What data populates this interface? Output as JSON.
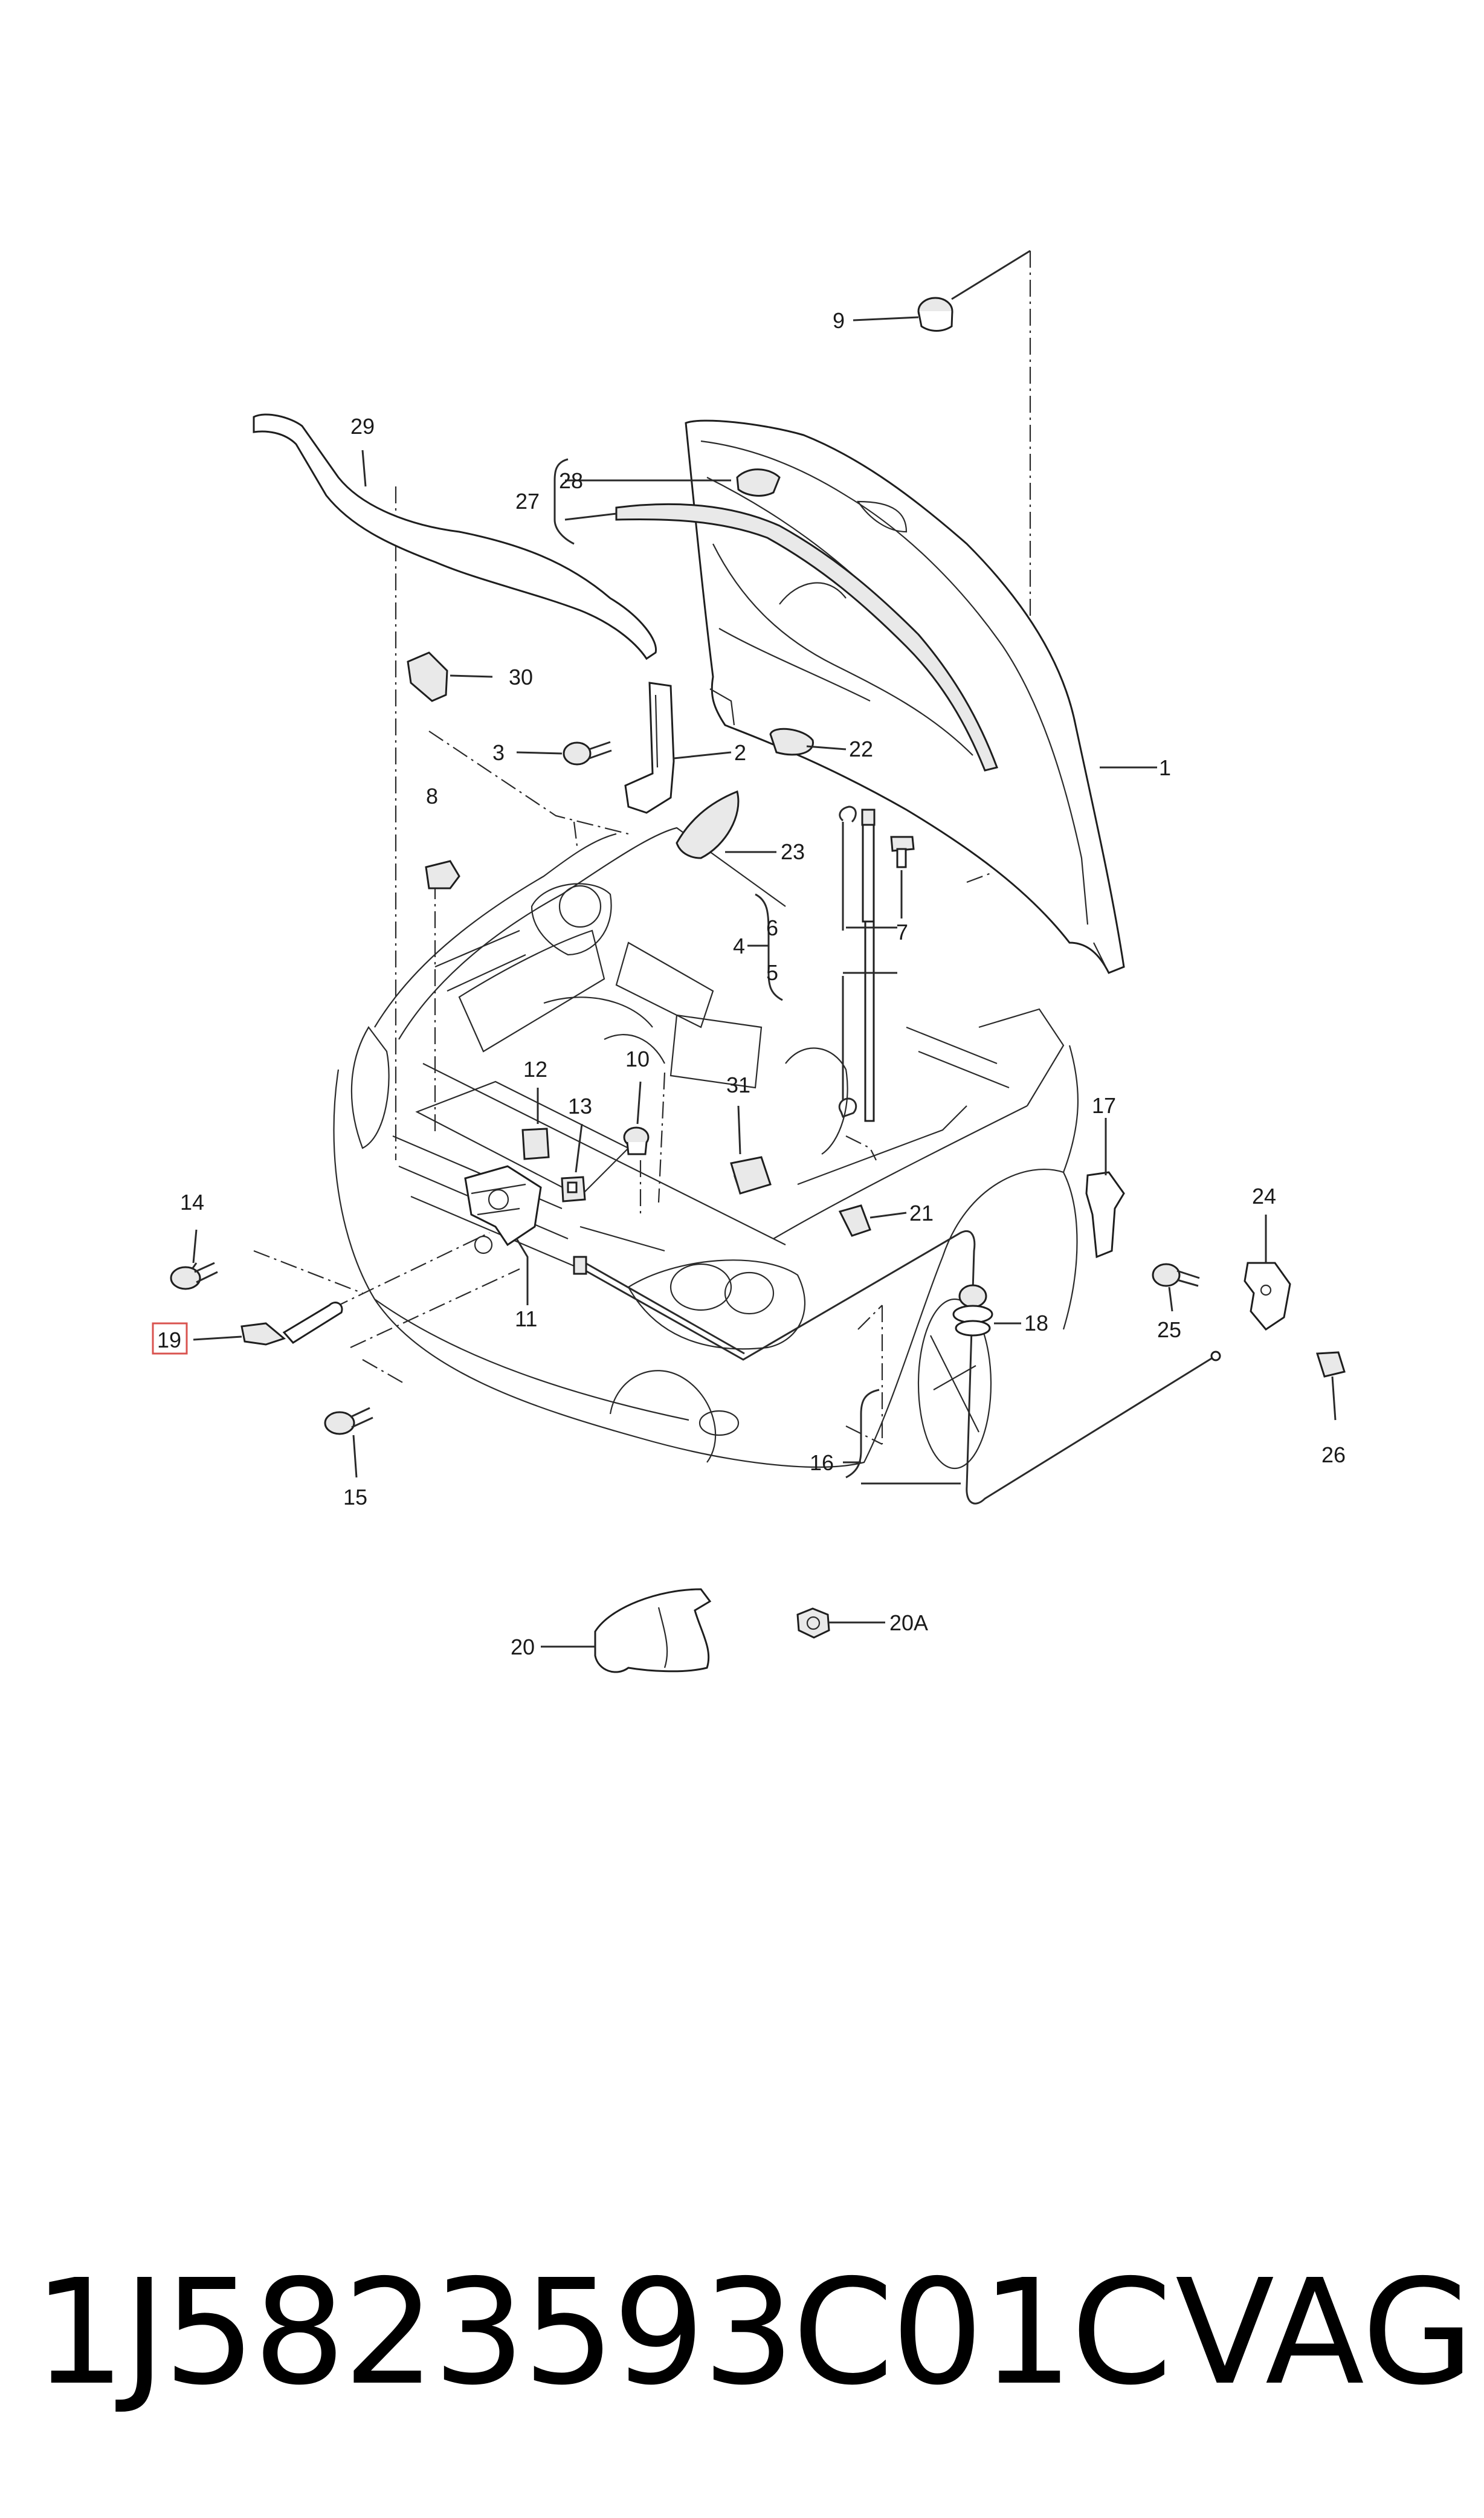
{
  "diagram": {
    "callouts": {
      "c1": "1",
      "c2": "2",
      "c3": "3",
      "c4": "4",
      "c5": "5",
      "c6": "6",
      "c7": "7",
      "c8": "8",
      "c9": "9",
      "c10": "10",
      "c11": "11",
      "c12": "12",
      "c13": "13",
      "c14": "14",
      "c15": "15",
      "c16": "16",
      "c17": "17",
      "c18": "18",
      "c19": "19",
      "c20": "20",
      "c20a": "20A",
      "c21": "21",
      "c22": "22",
      "c23": "23",
      "c24": "24",
      "c25": "25",
      "c26": "26",
      "c27": "27",
      "c28": "28",
      "c29": "29",
      "c30": "30",
      "c31": "31"
    },
    "highlighted_part": "19"
  },
  "footer": {
    "part_number": "1J5823593C01C",
    "brand": "VAG"
  }
}
